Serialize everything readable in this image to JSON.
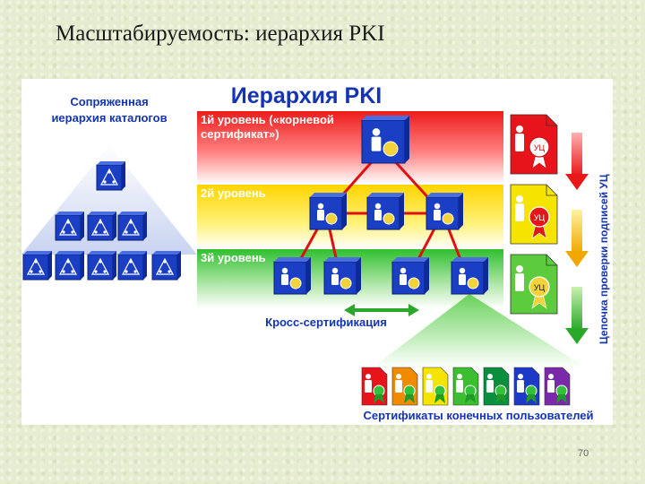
{
  "slide": {
    "title": "Масштабируемость: иерархия PKI",
    "page_number": "70"
  },
  "diagram": {
    "title": "Иерархия PKI",
    "left_caption_line1": "Сопряженная",
    "left_caption_line2": "иерархия каталогов",
    "level1_line1": "1й уровень («корневой",
    "level1_line2": "сертификат»)",
    "level2": "2й уровень",
    "level3": "3й уровень",
    "cross_certification": "Кросс-сертификация",
    "end_user_certificates": "Сертификаты конечных пользователей",
    "chain_label": "Цепочка проверки подписей УЦ",
    "ca_abbrev": "УЦ"
  },
  "colors": {
    "level1": "#ee2222",
    "level2": "#ffe000",
    "level3": "#3bc23b",
    "node_blue": "#1a3fc4",
    "link_red": "#dd1111"
  },
  "end_user_card_colors": [
    "#e8141c",
    "#f28a00",
    "#f5e400",
    "#3cbf2e",
    "#0a8f3e",
    "#1c39c8",
    "#7a2aa8"
  ]
}
